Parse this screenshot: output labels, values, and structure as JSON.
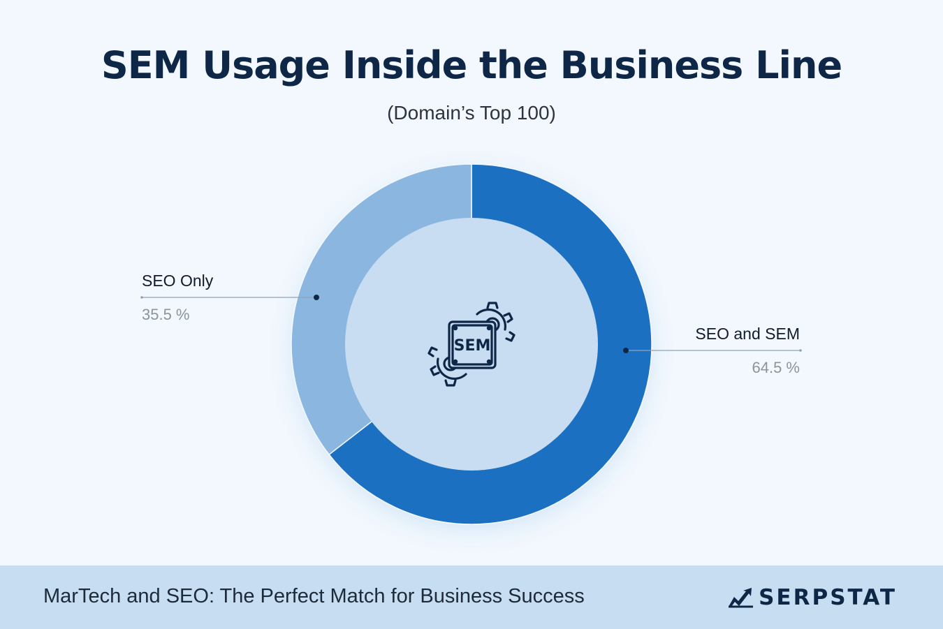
{
  "chart_data": {
    "type": "pie",
    "title": "SEM Usage Inside the Business Line",
    "subtitle": "(Domain’s Top 100)",
    "slices": [
      {
        "label": "SEO and SEM",
        "value": 64.5,
        "value_label": "64.5 %",
        "color": "#1c6fc1"
      },
      {
        "label": "SEO Only",
        "value": 35.5,
        "value_label": "35.5 %",
        "color": "#8ab6e0"
      }
    ],
    "center_badge": "SEM"
  },
  "colors": {
    "background": "#f3f8fe",
    "donut_inner": "#c8ddf1",
    "title": "#0f2747",
    "footer": "#c7ddf1"
  },
  "footer": {
    "text": "MarTech and SEO: The Perfect Match for Business Success",
    "brand": "SERPSTAT"
  },
  "icons": {
    "center": "sem-gears-icon",
    "brand": "serpstat-logo-icon"
  }
}
